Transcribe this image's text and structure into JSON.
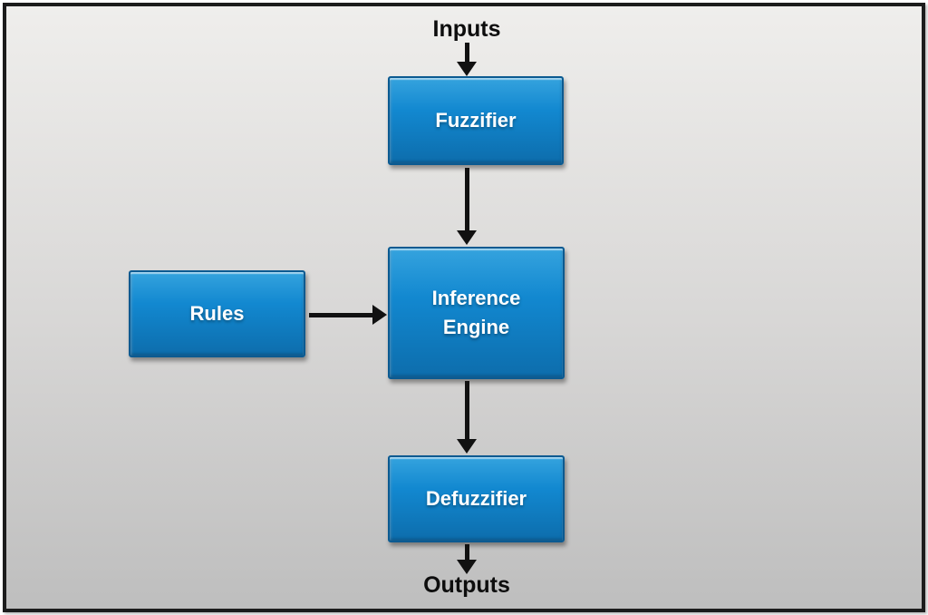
{
  "diagram": {
    "type": "flowchart",
    "subject": "fuzzy-logic-system-block-diagram",
    "io": {
      "input_label": "Inputs",
      "output_label": "Outputs"
    },
    "nodes": {
      "fuzzifier": {
        "label": "Fuzzifier"
      },
      "rules": {
        "label": "Rules"
      },
      "inference_engine": {
        "label": "Inference Engine"
      },
      "defuzzifier": {
        "label": "Defuzzifier"
      }
    },
    "edges": [
      {
        "from": "Inputs",
        "to": "Fuzzifier",
        "direction": "down"
      },
      {
        "from": "Fuzzifier",
        "to": "Inference Engine",
        "direction": "down"
      },
      {
        "from": "Rules",
        "to": "Inference Engine",
        "direction": "right"
      },
      {
        "from": "Inference Engine",
        "to": "Defuzzifier",
        "direction": "down"
      },
      {
        "from": "Defuzzifier",
        "to": "Outputs",
        "direction": "down"
      }
    ],
    "colors": {
      "box_gradient_top": "#35a3de",
      "box_gradient_mid": "#1288d0",
      "box_gradient_bottom": "#0d6dac",
      "box_border": "#0b5a91",
      "box_text": "#ffffff",
      "arrow": "#111111",
      "label_text": "#0d0d0d",
      "background_top": "#efeeec",
      "background_mid": "#d8d7d6",
      "background_bottom": "#bebebe",
      "frame_border": "#1c1c1c"
    }
  }
}
